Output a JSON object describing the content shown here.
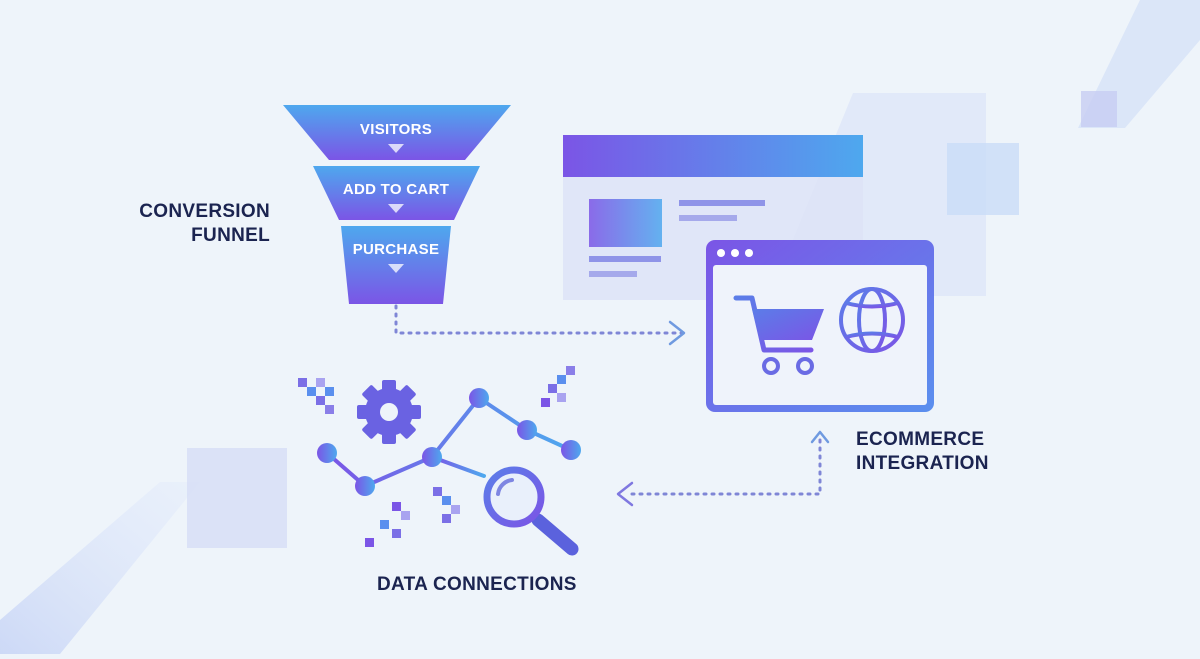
{
  "funnel": {
    "title_line1": "CONVERSION",
    "title_line2": "FUNNEL",
    "stages": [
      {
        "label": "VISITORS"
      },
      {
        "label": "ADD TO CART"
      },
      {
        "label": "PURCHASE"
      }
    ]
  },
  "ecommerce": {
    "label_line1": "ECOMMERCE",
    "label_line2": "INTEGRATION"
  },
  "data": {
    "label": "DATA CONNECTIONS"
  },
  "colors": {
    "background": "#eef4fa",
    "gradient_blue": "#4ea8ee",
    "gradient_purple": "#7b55e6",
    "connector": "#7f86d6",
    "text_dark": "#1b2450"
  },
  "icons": [
    "cart-icon",
    "globe-icon",
    "gear-icon",
    "search-icon"
  ]
}
